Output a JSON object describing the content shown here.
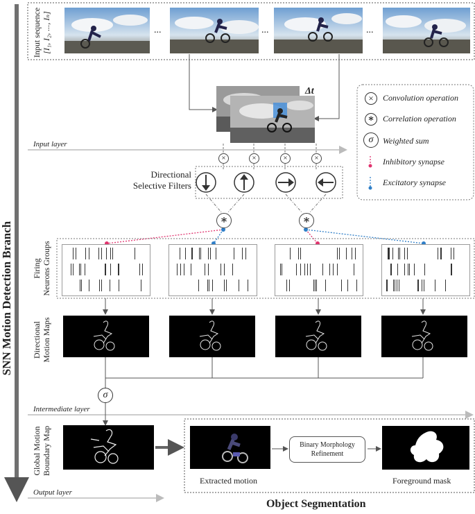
{
  "branch_title": "SNN Motion Detection Branch",
  "input_sequence_label": "Input sequence",
  "input_sequence_formula": "[I₁, I₂, ..., Iₙ]",
  "ellipsis": "...",
  "delta_t": "Δt",
  "layers": {
    "input": "Input layer",
    "intermediate": "Intermediate layer",
    "output": "Output layer"
  },
  "legend": {
    "convolution": "Convolution operation",
    "correlation": "Correlation operation",
    "weighted_sum": "Weighted sum",
    "inhibitory": "Inhibitory synapse",
    "excitatory": "Excitatory synapse",
    "conv_symbol": "×",
    "corr_symbol": "∗",
    "sigma_symbol": "σ"
  },
  "filters_label_line1": "Directional",
  "filters_label_line2": "Selective Filters",
  "firing_label_line1": "Firing",
  "firing_label_line2": "Neurons Groups",
  "motion_maps_label_line1": "Directional",
  "motion_maps_label_line2": "Motion Maps",
  "global_label_line1": "Global Motion",
  "global_label_line2": "Boundary Map",
  "extracted_motion": "Extracted motion",
  "morph_line1": "Binary Morphology",
  "morph_line2": "Refinement",
  "foreground_mask": "Foreground mask",
  "segmentation_title": "Object Segmentation",
  "colors": {
    "inhibitory": "#e0336e",
    "excitatory": "#2f7fc8",
    "gray_arrow": "#6d6d6d"
  }
}
